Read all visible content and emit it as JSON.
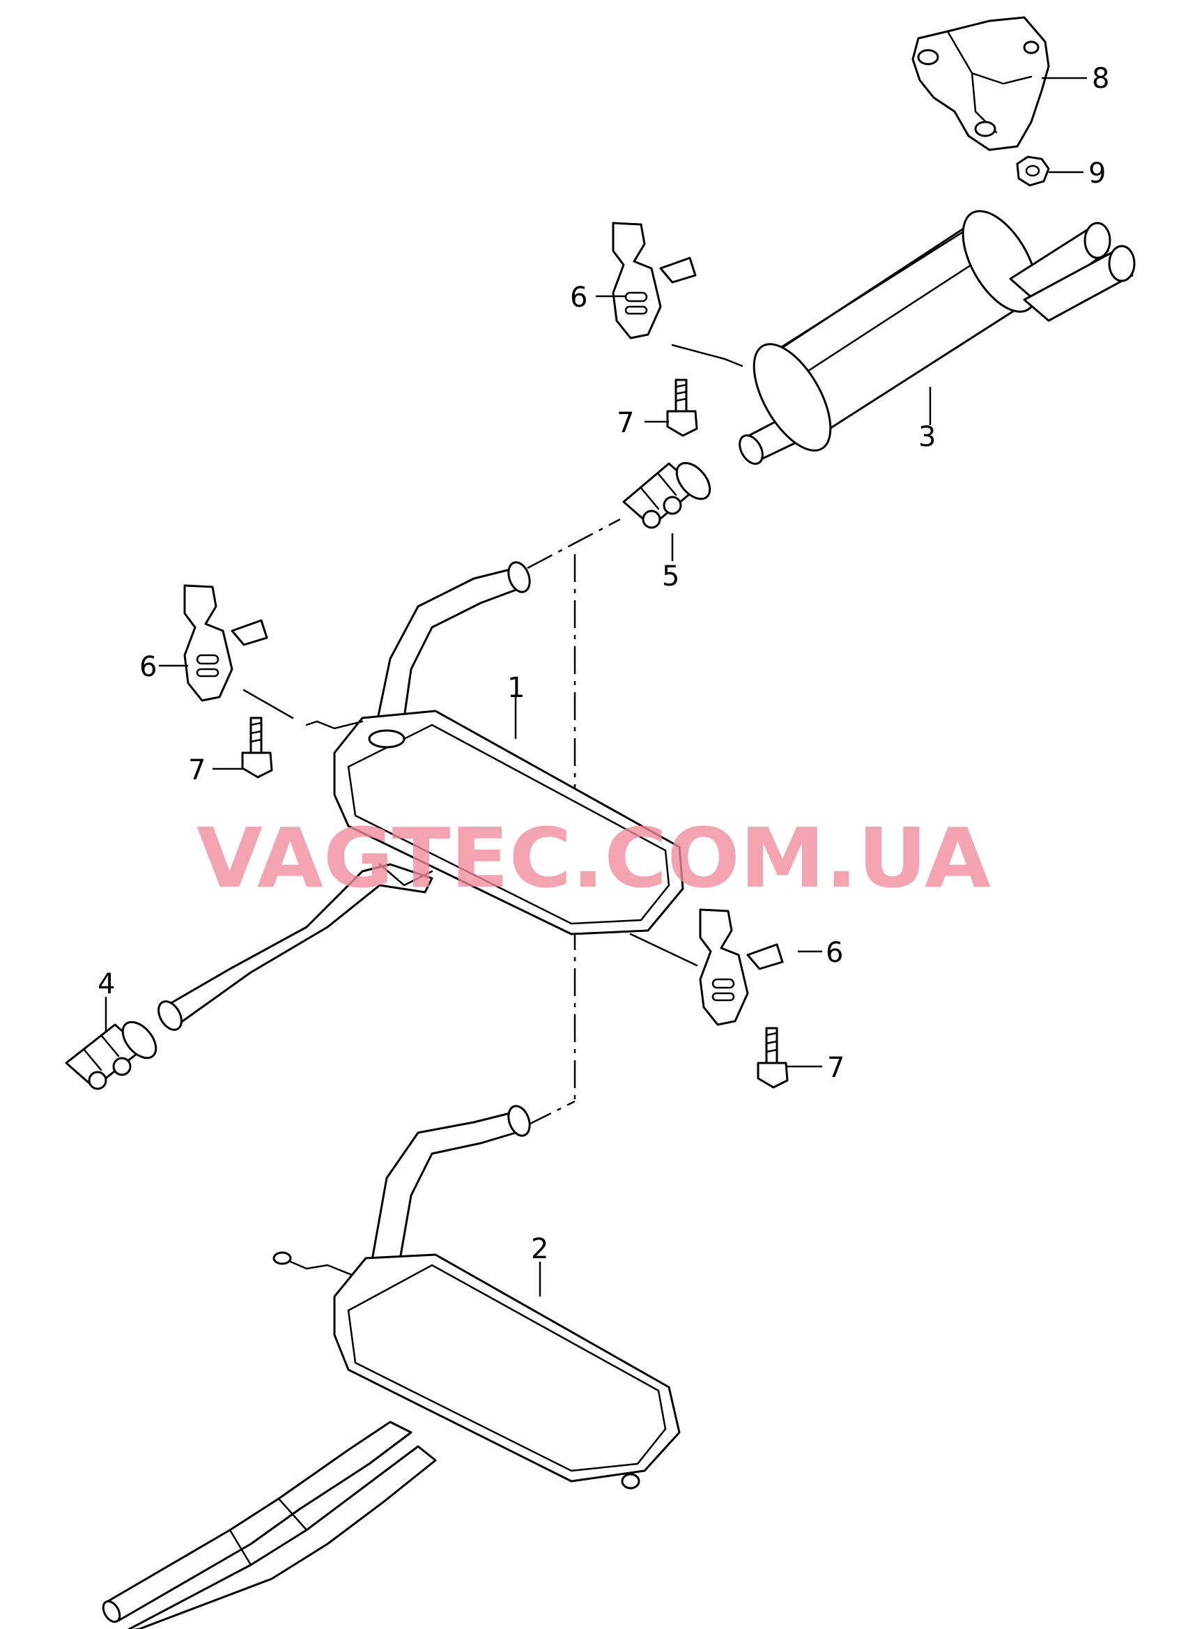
{
  "watermark": "VAGTEC.COM.UA",
  "watermark_color": "#f08a9a",
  "callouts": {
    "c1": "1",
    "c2": "2",
    "c3": "3",
    "c4": "4",
    "c5": "5",
    "c6a": "6",
    "c6b": "6",
    "c6c": "6",
    "c7a": "7",
    "c7b": "7",
    "c7c": "7",
    "c8": "8",
    "c9": "9"
  }
}
